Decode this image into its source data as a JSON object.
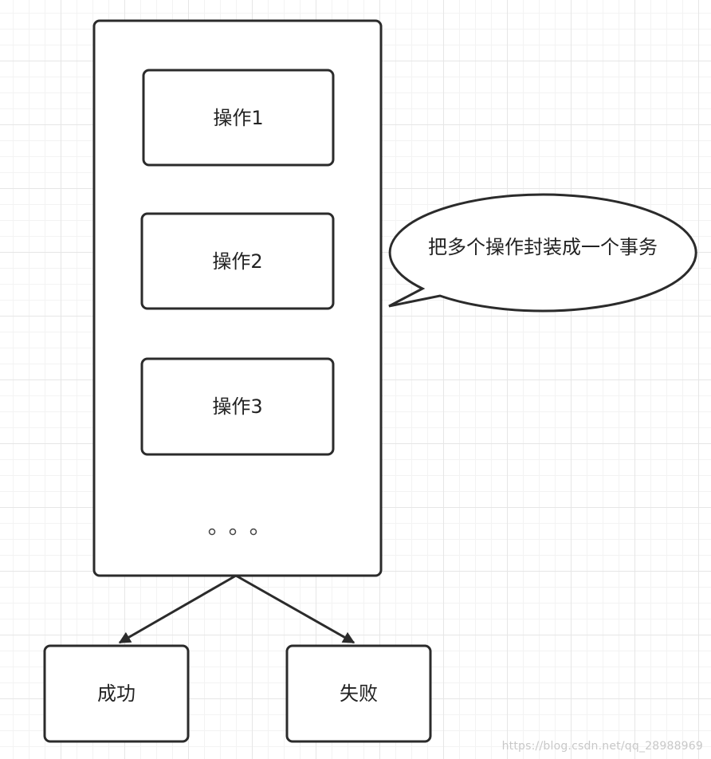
{
  "container": {
    "ellipsis": "。。。"
  },
  "operations": [
    {
      "label": "操作1"
    },
    {
      "label": "操作2"
    },
    {
      "label": "操作3"
    }
  ],
  "outcomes": {
    "success": "成功",
    "failure": "失败"
  },
  "callout": {
    "text": "把多个操作封装成一个事务"
  },
  "watermark": "https://blog.csdn.net/qq_28988969"
}
